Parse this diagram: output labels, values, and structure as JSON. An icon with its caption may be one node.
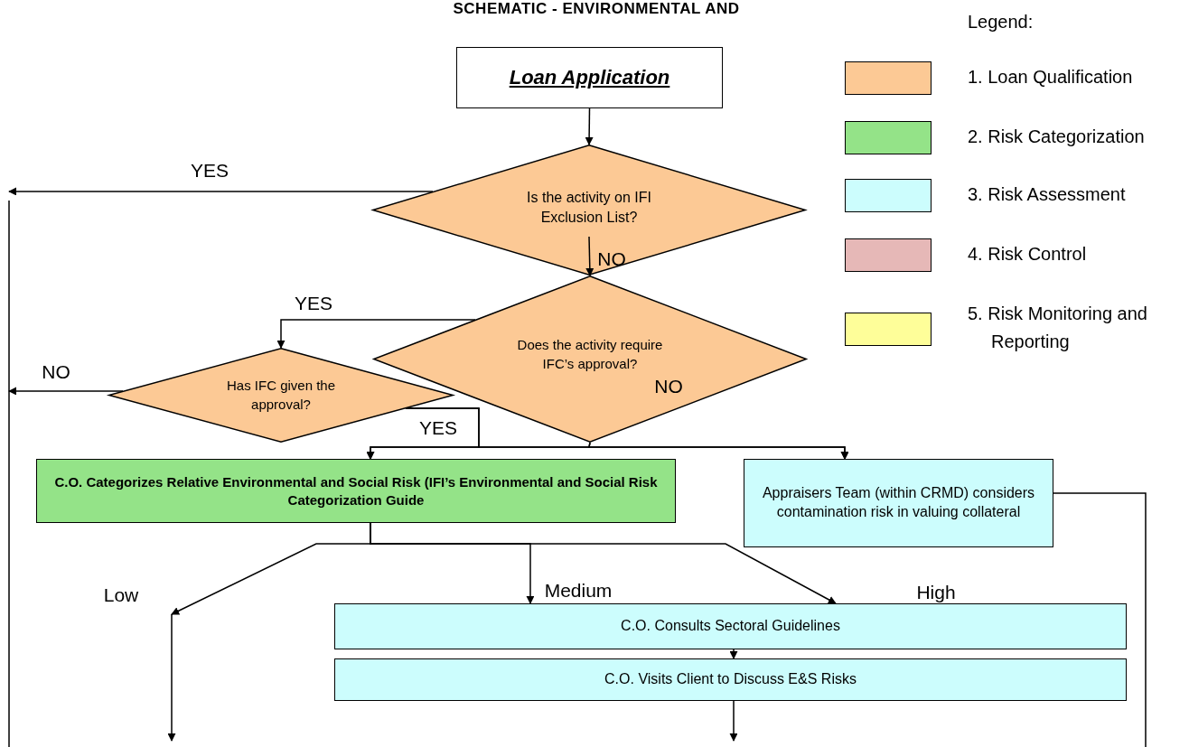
{
  "diagram": {
    "title": "SCHEMATIC - ENVIRONMENTAL AND",
    "nodes": [
      {
        "text": [
          "Loan Application"
        ]
      },
      {
        "text": [
          "Is the activity on IFI Exclusion List?"
        ]
      },
      {
        "text": [
          "Does the activity require IFC’s approval?"
        ]
      },
      {
        "text": [
          "Has IFC given the approval?"
        ]
      },
      {
        "text": [
          "C.O. Categorizes Relative Environmental and Social Risk (IFI’s Environmental and Social Risk Categorization Guide"
        ]
      },
      {
        "text": [
          "Appraisers Team (within CRMD) considers contamination risk in valuing collateral"
        ]
      },
      {
        "text": [
          "C.O. Consults Sectoral Guidelines"
        ]
      },
      {
        "text": [
          "C.O. Visits Client to Discuss E&S Risks"
        ]
      }
    ],
    "edges": [
      {
        "from": 0,
        "to": 1,
        "arrow": "to"
      },
      {
        "from": 1,
        "to": null,
        "arrow": "to",
        "label": "YES"
      },
      {
        "from": 1,
        "to": 2,
        "arrow": "to",
        "label": "NO"
      },
      {
        "from": 2,
        "to": 3,
        "arrow": "to",
        "label": "YES"
      },
      {
        "from": 3,
        "to": null,
        "arrow": "to",
        "label": "NO"
      },
      {
        "from": 3,
        "to": 4,
        "arrow": "to",
        "label": "YES"
      },
      {
        "from": 3,
        "to": 5,
        "arrow": "to"
      },
      {
        "from": 2,
        "to": 4,
        "arrow": "to",
        "label": "NO"
      },
      {
        "from": 2,
        "to": 5,
        "arrow": "to"
      },
      {
        "from": 4,
        "to": null,
        "arrow": "to",
        "label": "Low"
      },
      {
        "from": 4,
        "to": 6,
        "arrow": "to",
        "label": "Medium"
      },
      {
        "from": 4,
        "to": 6,
        "arrow": "to",
        "label": "High"
      },
      {
        "from": 6,
        "to": 7,
        "arrow": "to"
      },
      {
        "from": 7,
        "to": null,
        "arrow": "to"
      },
      {
        "from": 5,
        "to": null,
        "arrow": "none"
      }
    ],
    "labels": [
      "Legend:"
    ],
    "legend": [
      {
        "text": "1. Loan Qualification",
        "color": "#fcc995"
      },
      {
        "text": "2. Risk Categorization",
        "color": "#94e388"
      },
      {
        "text": "3. Risk Assessment",
        "color": "#ccfdfd"
      },
      {
        "text": "4. Risk Control",
        "color": "#e6b8b7"
      },
      {
        "text": "5. Risk Monitoring and Reporting",
        "color": "#fefe99"
      }
    ]
  }
}
